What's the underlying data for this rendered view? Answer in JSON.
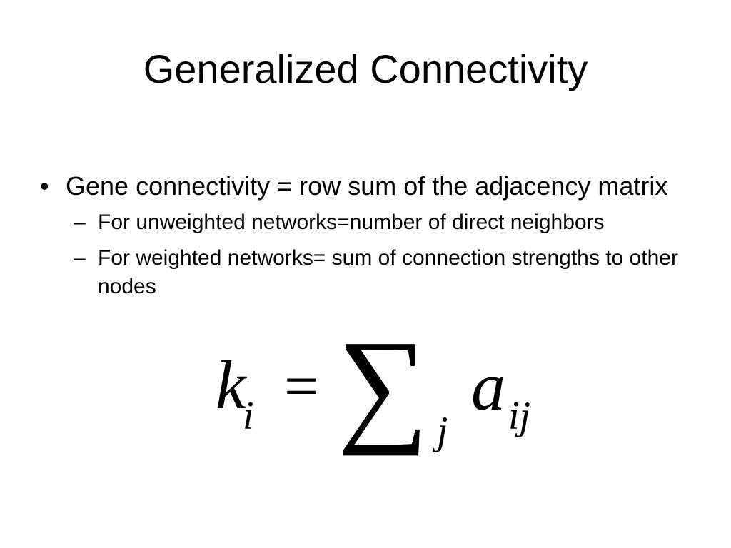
{
  "slide": {
    "title": "Generalized Connectivity",
    "bullets": [
      {
        "marker": "•",
        "text": "Gene connectivity = row sum of the adjacency matrix",
        "sub": [
          {
            "marker": "–",
            "text": "For unweighted networks=number of direct neighbors"
          },
          {
            "marker": "–",
            "text": "For weighted networks= sum of connection strengths to other nodes"
          }
        ]
      }
    ],
    "formula": {
      "lhs_var": "k",
      "lhs_sub": "i",
      "equals": "=",
      "sum_symbol": "∑",
      "sum_index": "j",
      "rhs_var": "a",
      "rhs_sub": "ij"
    }
  }
}
